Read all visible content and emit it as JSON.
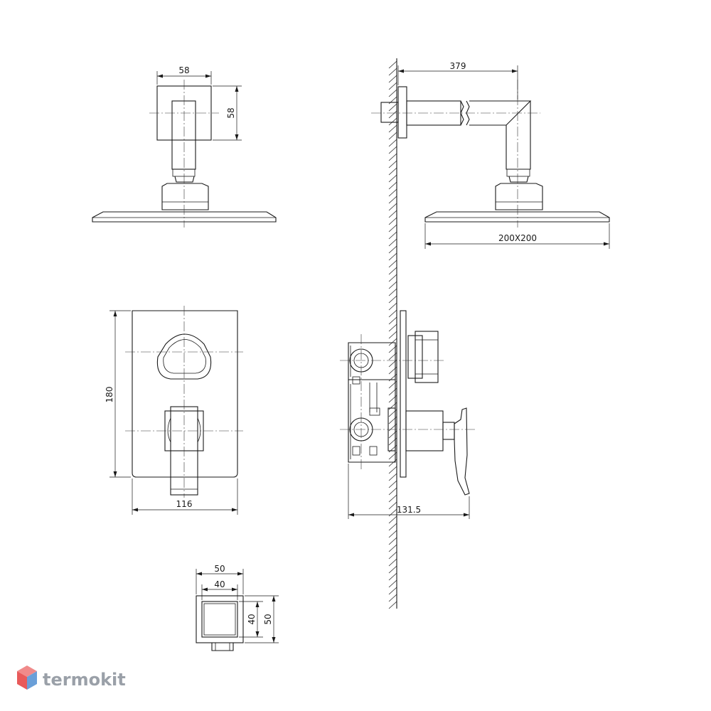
{
  "dimensions": {
    "outlet_width": "58",
    "outlet_height": "58",
    "arm_length": "379",
    "head_size": "200X200",
    "plate_height": "180",
    "plate_width": "116",
    "mixer_depth": "131.5",
    "spout_outer_width": "50",
    "spout_inner_width": "40",
    "spout_inner_height": "40",
    "spout_outer_height": "50"
  },
  "brand": {
    "name": "termokit",
    "colors": {
      "top": "#f08a8a",
      "left": "#e85a5a",
      "right": "#6a9fd8"
    }
  }
}
